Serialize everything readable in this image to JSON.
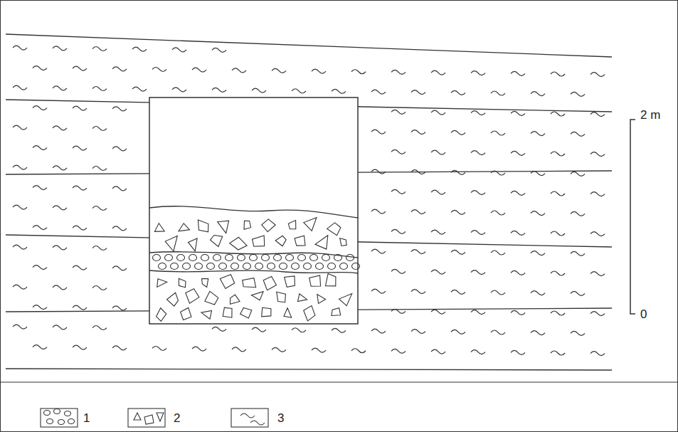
{
  "diagram": {
    "labels": [
      "2 m",
      "0"
    ],
    "legend": [
      {
        "text": "1"
      },
      {
        "text": "2"
      },
      {
        "text": "3"
      }
    ]
  }
}
